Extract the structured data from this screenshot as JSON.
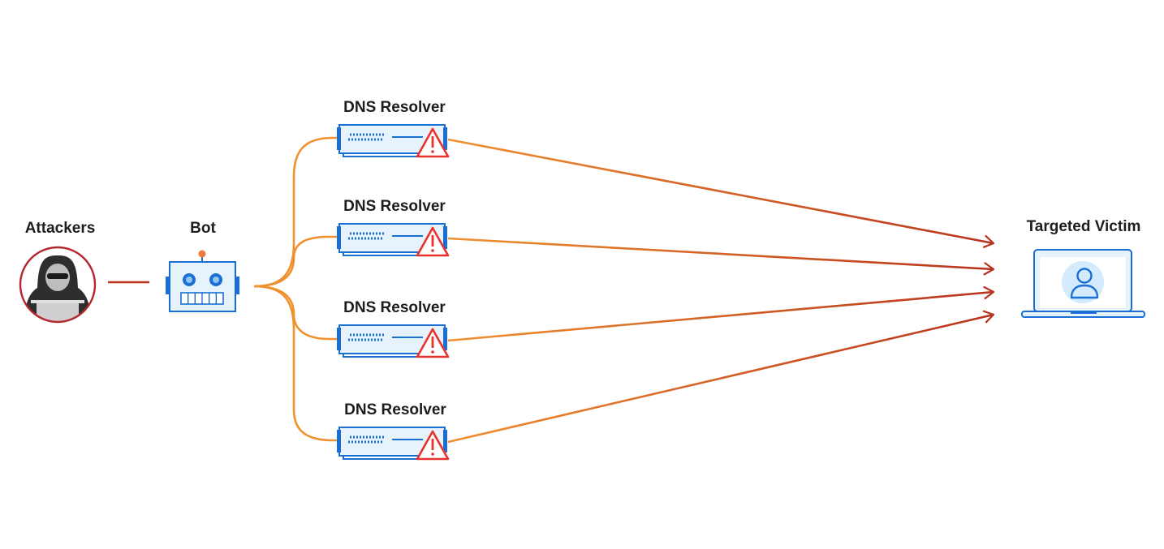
{
  "nodes": {
    "attackers": {
      "label": "Attackers",
      "icon": "hooded-hacker-icon"
    },
    "bot": {
      "label": "Bot",
      "icon": "robot-icon"
    },
    "resolvers": [
      {
        "label": "DNS Resolver",
        "icon": "server-warning-icon"
      },
      {
        "label": "DNS Resolver",
        "icon": "server-warning-icon"
      },
      {
        "label": "DNS Resolver",
        "icon": "server-warning-icon"
      },
      {
        "label": "DNS Resolver",
        "icon": "server-warning-icon"
      }
    ],
    "victim": {
      "label": "Targeted Victim",
      "icon": "laptop-user-icon"
    }
  },
  "colors": {
    "link_orange": "#f0912f",
    "link_red": "#b8321c",
    "attacker_ring": "#b3262d",
    "device_blue": "#1a6fd4",
    "device_fill": "#e6f2fc",
    "warning_red": "#e8322b"
  }
}
